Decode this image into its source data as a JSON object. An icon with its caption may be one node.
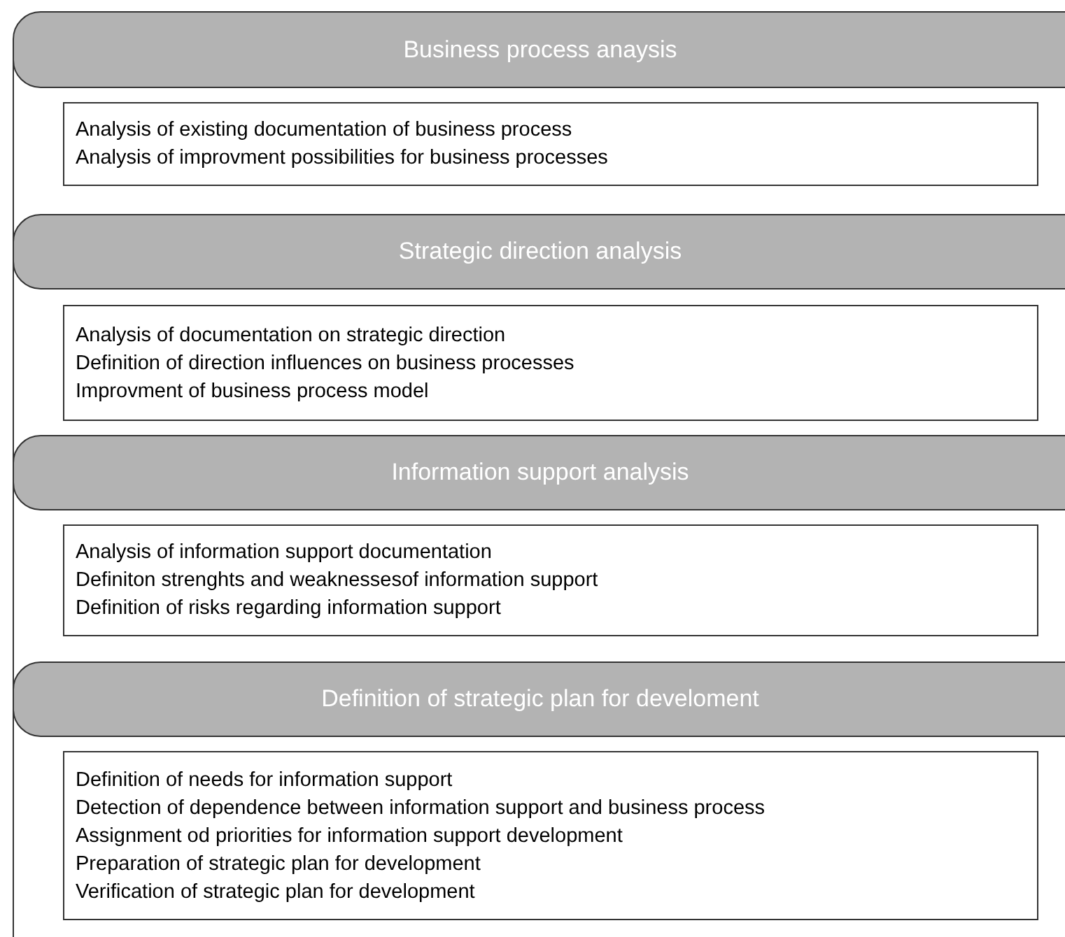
{
  "diagram": {
    "nodes": [
      {
        "text": [
          "Business process anaysis"
        ]
      },
      {
        "text": [
          "Analysis of existing documentation of business process",
          "Analysis of improvment possibilities for business processes"
        ]
      },
      {
        "text": [
          "Strategic direction analysis"
        ]
      },
      {
        "text": [
          "Analysis of documentation on strategic direction",
          "Definition of direction influences on business processes",
          "Improvment of business process model"
        ]
      },
      {
        "text": [
          "Information support analysis"
        ]
      },
      {
        "text": [
          "Analysis of information support documentation",
          "Definiton strenghts and weaknessesof information support",
          "Definition of risks regarding information support"
        ]
      },
      {
        "text": [
          "Definition of strategic plan for develoment"
        ]
      },
      {
        "text": [
          "Definition of needs for information support",
          "Detection of dependence between information support and business process",
          "Assignment od priorities for information support development",
          "Preparation of strategic plan for development",
          "Verification of strategic plan for development"
        ]
      }
    ],
    "edges": []
  }
}
